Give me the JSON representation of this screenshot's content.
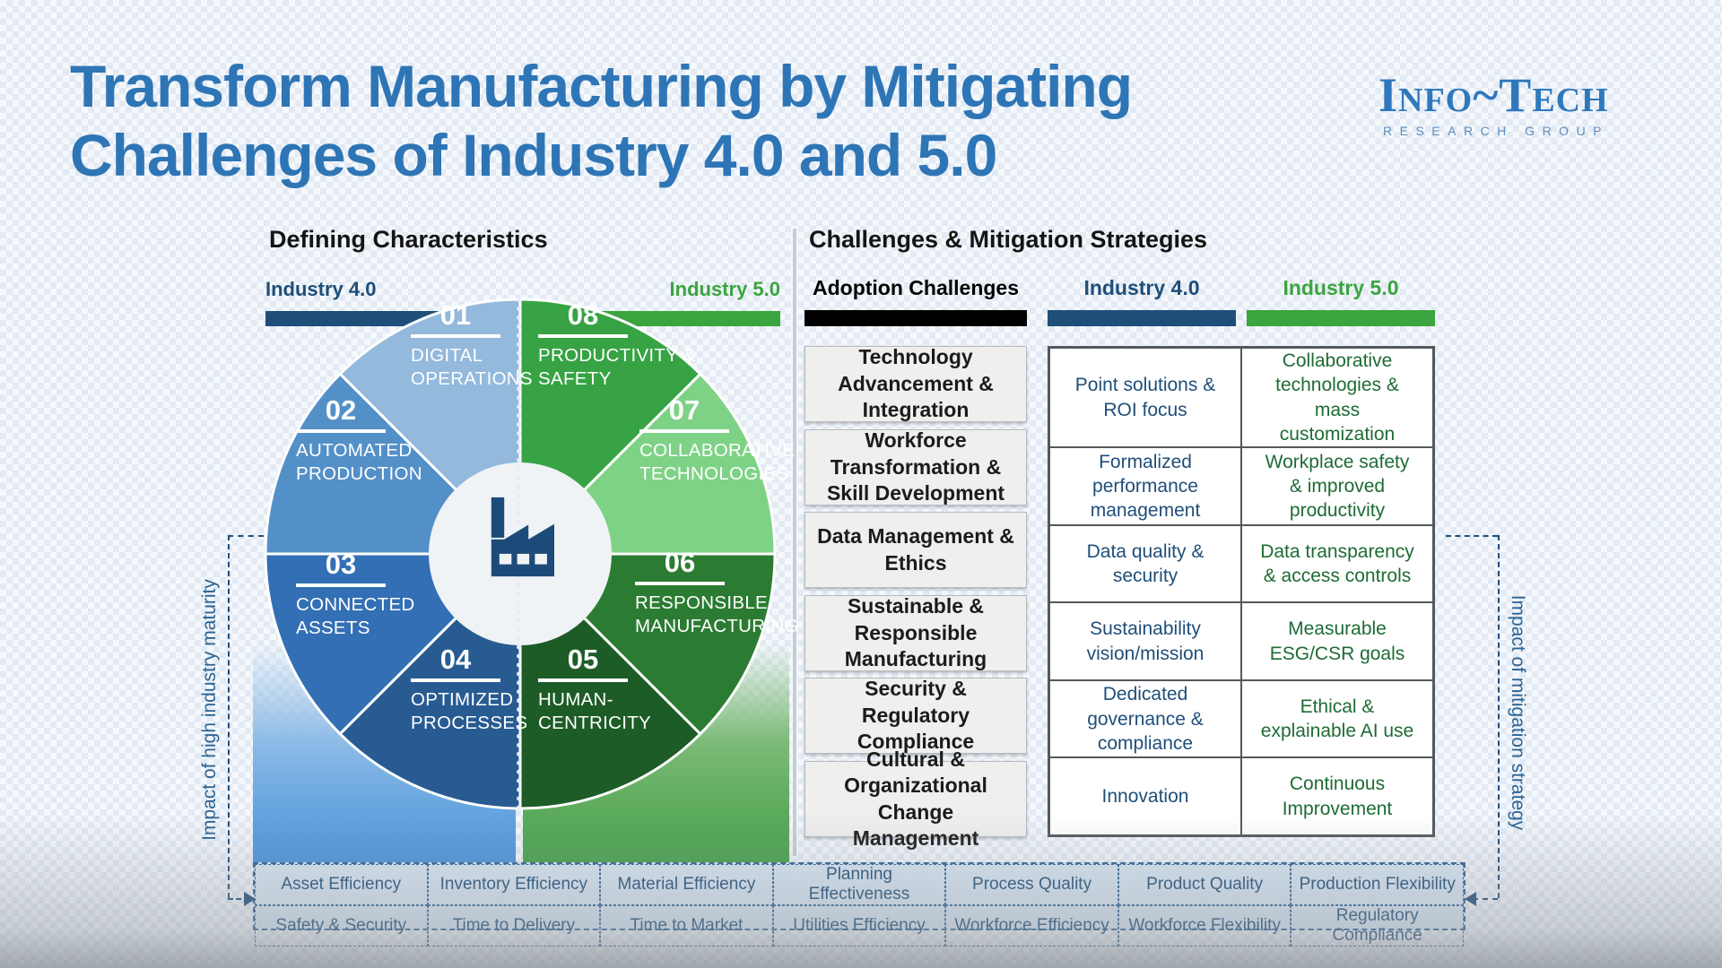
{
  "title": {
    "line1": "Transform Manufacturing by Mitigating",
    "line2": "Challenges of Industry 4.0 and 5.0"
  },
  "logo": {
    "name": "Info~Tech",
    "subtitle": "RESEARCH GROUP"
  },
  "defining": {
    "heading": "Defining Characteristics",
    "industry40": "Industry 4.0",
    "industry50": "Industry 5.0",
    "impact": "Impact of high industry maturity",
    "segments": [
      {
        "num": "01",
        "line1": "DIGITAL",
        "line2": "OPERATIONS",
        "color": "#93b9dc",
        "group": "Industry 4.0"
      },
      {
        "num": "02",
        "line1": "AUTOMATED",
        "line2": "PRODUCTION",
        "color": "#5490c8",
        "group": "Industry 4.0"
      },
      {
        "num": "03",
        "line1": "CONNECTED",
        "line2": "ASSETS",
        "color": "#336fb4",
        "group": "Industry 4.0"
      },
      {
        "num": "04",
        "line1": "OPTIMIZED",
        "line2": "PROCESSES",
        "color": "#285b92",
        "group": "Industry 4.0"
      },
      {
        "num": "05",
        "line1": "HUMAN-",
        "line2": "CENTRICITY",
        "color": "#1d5c26",
        "group": "Industry 5.0"
      },
      {
        "num": "06",
        "line1": "RESPONSIBLE",
        "line2": "MANUFACTURING",
        "color": "#2b7c32",
        "group": "Industry 5.0"
      },
      {
        "num": "07",
        "line1": "COLLABORATIVE",
        "line2": "TECHNOLOGIES",
        "color": "#7ed286",
        "group": "Industry 5.0"
      },
      {
        "num": "08",
        "line1": "PRODUCTIVITY &",
        "line2": "SAFETY",
        "color": "#37a344",
        "group": "Industry 5.0"
      }
    ]
  },
  "challenges": {
    "heading": "Challenges & Mitigation Strategies",
    "col_challenges": "Adoption Challenges",
    "col_i40": "Industry 4.0",
    "col_i50": "Industry 5.0",
    "impact": "Impact of mitigation strategy",
    "rows": [
      {
        "challenge": "Technology Advancement & Integration",
        "i40": "Point solutions & ROI focus",
        "i50": "Collaborative technologies & mass customization"
      },
      {
        "challenge": "Workforce Transformation & Skill Development",
        "i40": "Formalized performance management",
        "i50": "Workplace safety & improved productivity"
      },
      {
        "challenge": "Data Management & Ethics",
        "i40": "Data quality & security",
        "i50": "Data transparency & access controls"
      },
      {
        "challenge": "Sustainable & Responsible Manufacturing",
        "i40": "Sustainability vision/mission",
        "i50": "Measurable ESG/CSR goals"
      },
      {
        "challenge": "Security & Regulatory Compliance",
        "i40": "Dedicated governance & compliance",
        "i50": "Ethical & explainable AI use"
      },
      {
        "challenge": "Cultural & Organizational Change Management",
        "i40": "Innovation",
        "i50": "Continuous Improvement"
      }
    ]
  },
  "metrics": {
    "row1": [
      "Asset Efficiency",
      "Inventory Efficiency",
      "Material Efficiency",
      "Planning Effectiveness",
      "Process Quality",
      "Product Quality",
      "Production Flexibility"
    ],
    "row2": [
      "Safety & Security",
      "Time to Delivery",
      "Time to Market",
      "Utilities Efficiency",
      "Workforce Efficiency",
      "Workforce Flexibility",
      "Regulatory Compliance"
    ]
  },
  "colors": {
    "title_blue": "#2e75b6",
    "navy": "#1f4e79",
    "green": "#3ba43f",
    "green_text": "#1e6b34",
    "metrics_fill": "#d8e6f4",
    "challenge_box_fill": "#efefee"
  }
}
